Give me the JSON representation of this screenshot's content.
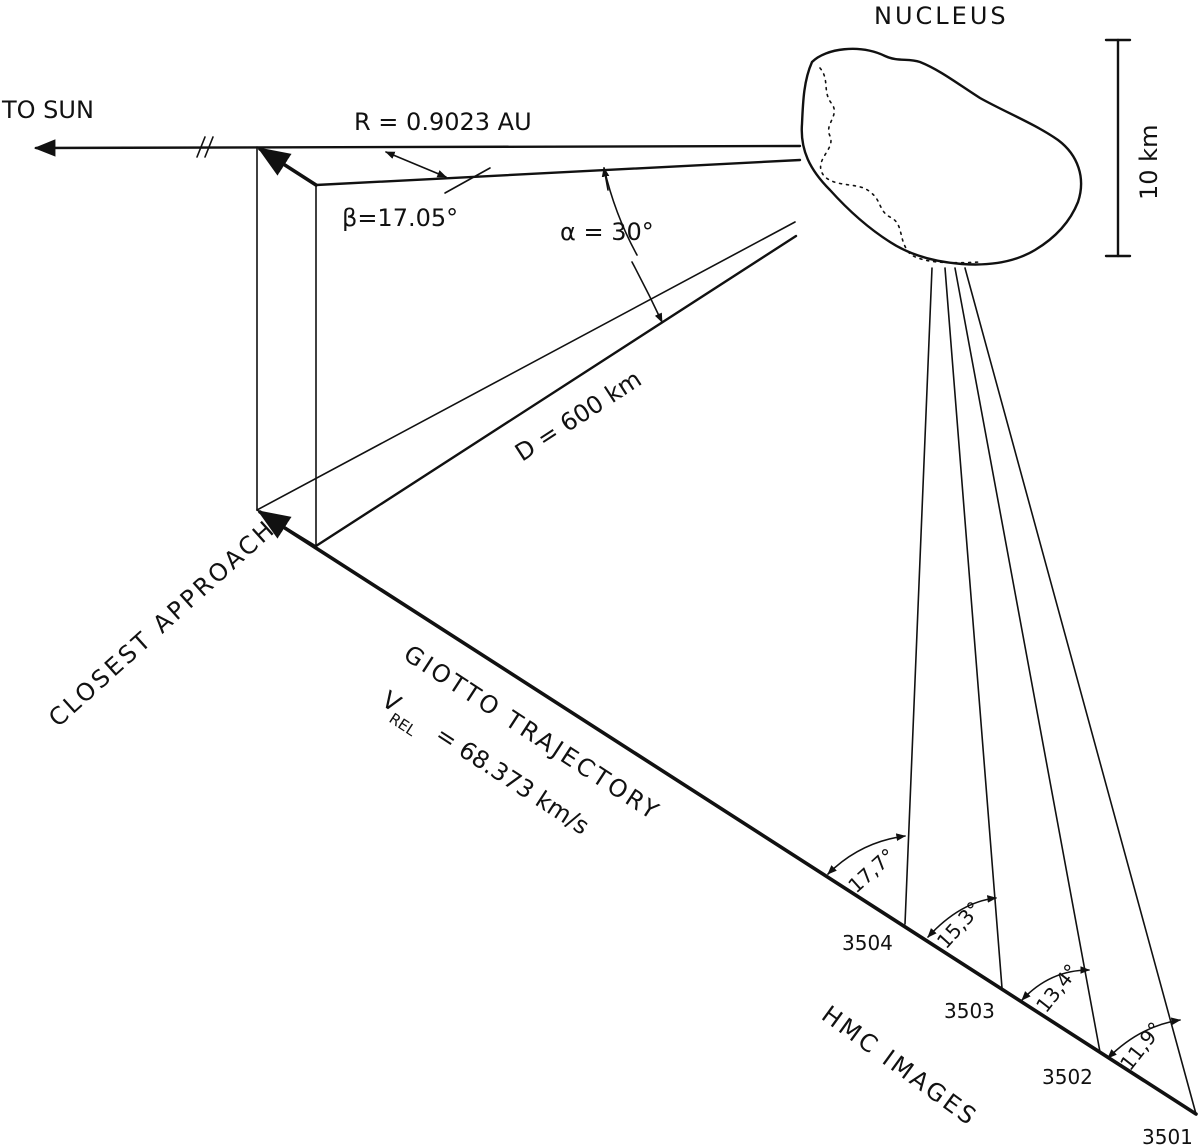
{
  "labels": {
    "nucleus": "NUCLEUS",
    "to_sun": "TO SUN",
    "distance_r": "R = 0.9023 AU",
    "beta": "β=17.05°",
    "alpha": "α = 30°",
    "distance_d": "D = 600 km",
    "closest_approach": "CLOSEST APPROACH",
    "trajectory_title": "GIOTTO TRAJECTORY",
    "velocity_v": "V",
    "velocity_sub": "REL",
    "velocity_value": "= 68.373 km/s",
    "scale_bar": "10 km",
    "hmc_images": "HMC IMAGES"
  },
  "images": [
    {
      "id": "3504",
      "angle": "17,7°"
    },
    {
      "id": "3503",
      "angle": "15,3°"
    },
    {
      "id": "3502",
      "angle": "13,4°"
    },
    {
      "id": "3501",
      "angle": "11,9°"
    }
  ],
  "colors": {
    "ink": "#111111",
    "background": "#ffffff"
  }
}
